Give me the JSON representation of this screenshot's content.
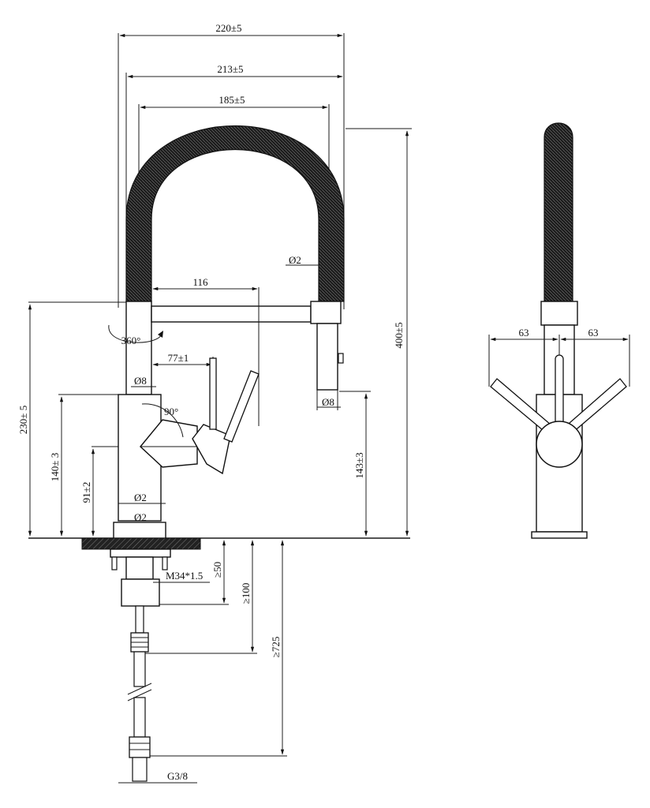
{
  "front_view": {
    "dims": {
      "total_spread": "220±5",
      "mid_spread": "213±5",
      "inner_spread": "185±5",
      "spout_reach": "116",
      "hose_diameter": "Ø2",
      "swivel": "360°",
      "lever_offset": "77±1",
      "neck_diameter": "Ø8",
      "spray_diameter": "Ø8",
      "lever_angle": "90°",
      "total_height": "400±5",
      "spout_height": "230± 5",
      "body_height": "140± 3",
      "spray_height": "143±3",
      "base_height": "91±2",
      "base_dia_upper": "Ø2",
      "base_dia_lower": "Ø2",
      "thread": "M34*1.5",
      "dim_50": "≥50",
      "dim_100": "≥100",
      "dim_725": "≥725",
      "connector": "G3/8"
    }
  },
  "side_view": {
    "dims": {
      "left_spread": "63",
      "right_spread": "63"
    }
  }
}
